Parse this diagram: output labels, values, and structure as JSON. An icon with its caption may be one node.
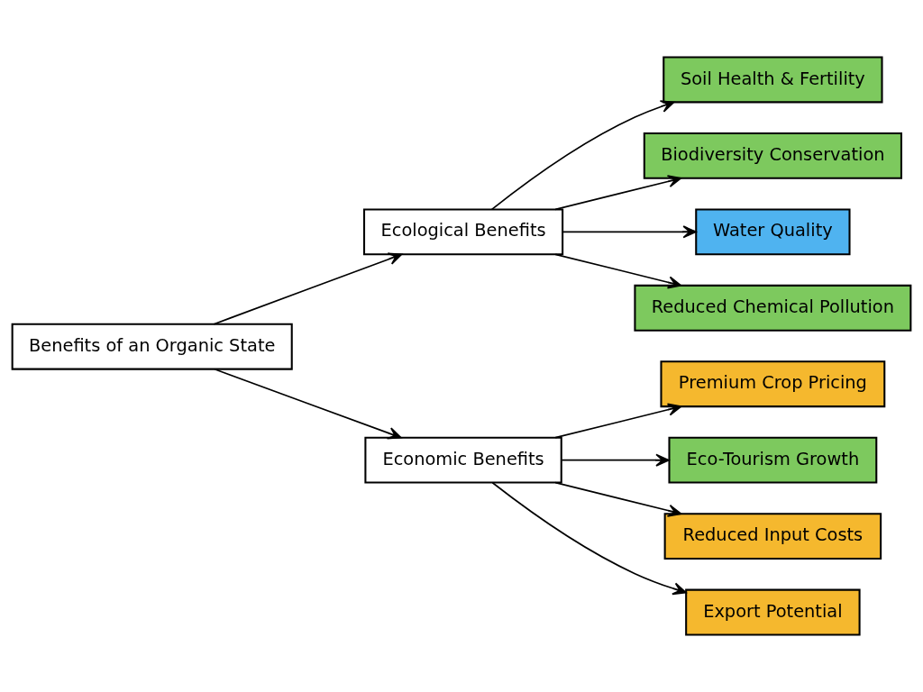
{
  "diagram": {
    "nodes": [
      {
        "text": [
          "Benefits of an Organic State"
        ]
      },
      {
        "text": [
          "Ecological Benefits"
        ]
      },
      {
        "text": [
          "Economic Benefits"
        ]
      },
      {
        "text": [
          "Soil Health & Fertility"
        ]
      },
      {
        "text": [
          "Biodiversity Conservation"
        ]
      },
      {
        "text": [
          "Water Quality"
        ]
      },
      {
        "text": [
          "Reduced Chemical Pollution"
        ]
      },
      {
        "text": [
          "Premium Crop Pricing"
        ]
      },
      {
        "text": [
          "Eco-Tourism Growth"
        ]
      },
      {
        "text": [
          "Reduced Input Costs"
        ]
      },
      {
        "text": [
          "Export Potential"
        ]
      }
    ],
    "edges": [
      {
        "from": 0,
        "to": 1,
        "arrow": "to"
      },
      {
        "from": 0,
        "to": 2,
        "arrow": "to"
      },
      {
        "from": 1,
        "to": 3,
        "arrow": "to"
      },
      {
        "from": 1,
        "to": 4,
        "arrow": "to"
      },
      {
        "from": 1,
        "to": 5,
        "arrow": "to"
      },
      {
        "from": 1,
        "to": 6,
        "arrow": "to"
      },
      {
        "from": 2,
        "to": 7,
        "arrow": "to"
      },
      {
        "from": 2,
        "to": 8,
        "arrow": "to"
      },
      {
        "from": 2,
        "to": 9,
        "arrow": "to"
      },
      {
        "from": 2,
        "to": 10,
        "arrow": "to"
      }
    ]
  }
}
